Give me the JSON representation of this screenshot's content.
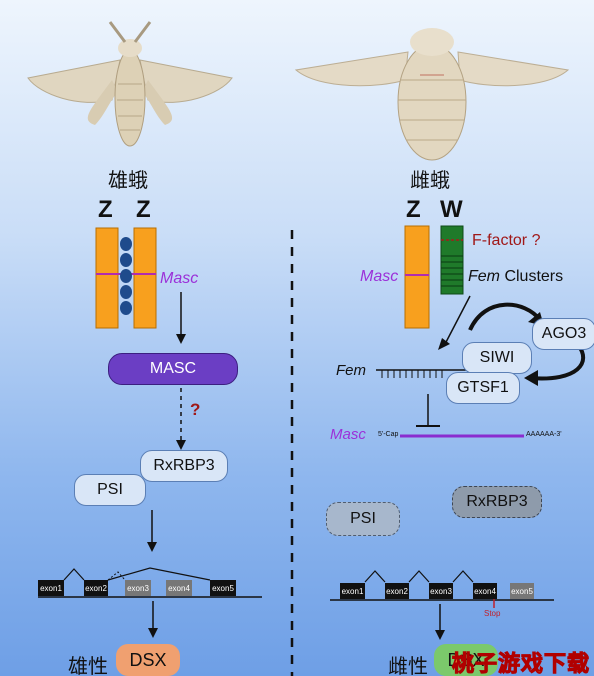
{
  "left": {
    "sex_label": "雄蛾",
    "chrom1": "Z",
    "chrom2": "Z",
    "masc_label": "Masc",
    "masc_protein": "MASC",
    "question": "?",
    "rxrbp3": "RxRBP3",
    "psi": "PSI",
    "exons": [
      "exon1",
      "exon2",
      "exon3",
      "exon4",
      "exon5"
    ],
    "bottom_label": "雄性",
    "dsx": "DSX"
  },
  "right": {
    "sex_label": "雌蛾",
    "chrom1": "Z",
    "chrom2": "W",
    "ffactor": "F-factor ?",
    "masc_label": "Masc",
    "fem_clusters_italic": "Fem",
    "fem_clusters_rest": " Clusters",
    "ago3": "AGO3",
    "siwi": "SIWI",
    "gtsf1": "GTSF1",
    "fem": "Fem",
    "masc_mrna": "Masc",
    "cap": "5'-Cap",
    "polya": "AAAAAA-3'",
    "psi": "PSI",
    "rxrbp3": "RxRBP3",
    "exons": [
      "exon1",
      "exon2",
      "exon3",
      "exon4",
      "exon5"
    ],
    "stop": "Stop",
    "bottom_label": "雌性",
    "dsx": "DSX"
  },
  "watermark": "桃子游戏下载",
  "colors": {
    "orange": "#f8a01e",
    "purple": "#9b30d9",
    "green": "#1f7a2a",
    "dark_red": "#a01818",
    "masc_box": "#6b3ec4"
  }
}
